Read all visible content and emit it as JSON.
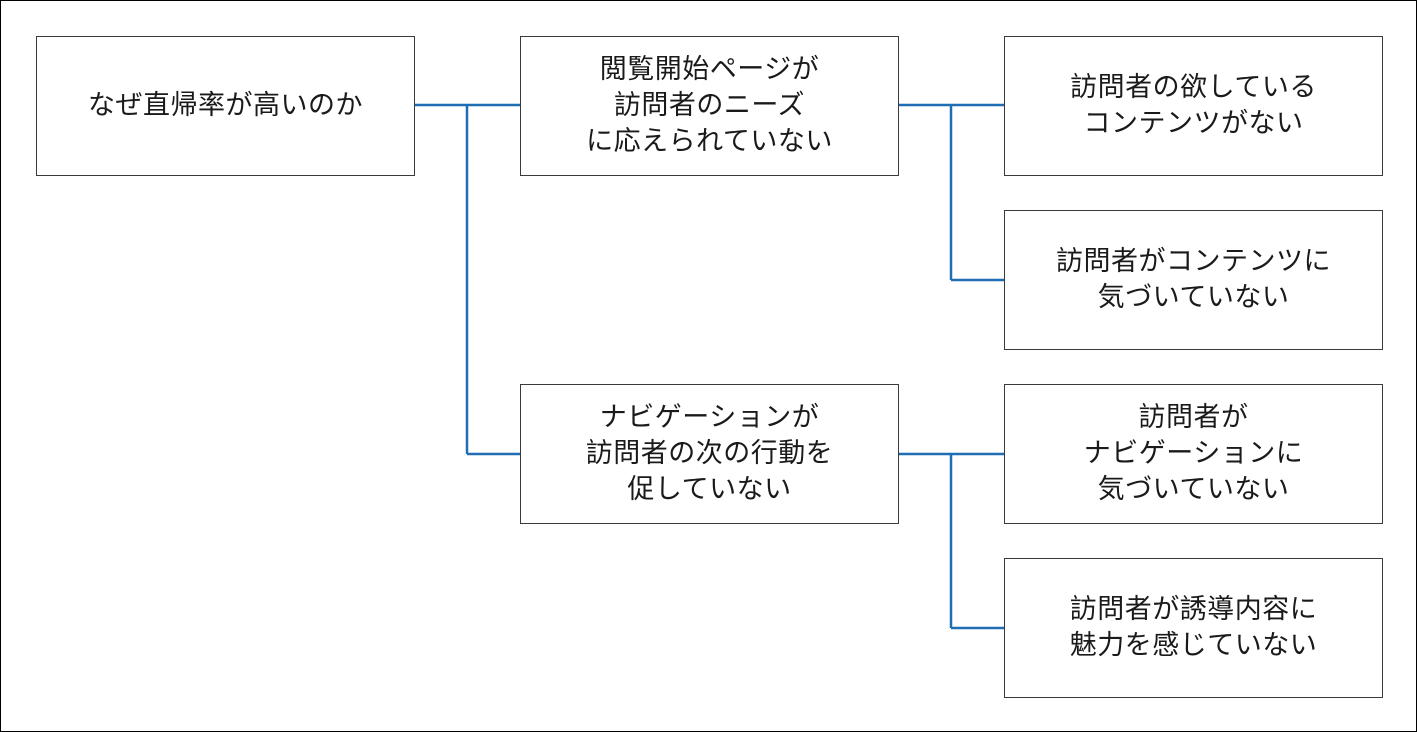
{
  "colors": {
    "connector": "#1f6db3",
    "border": "#3a3a3a",
    "text": "#1a1a1a",
    "background": "#ffffff"
  },
  "tree": {
    "root": {
      "text": "なぜ直帰率が高いのか"
    },
    "branch_a": {
      "text": "閲覧開始ページが\n訪問者のニーズ\nに応えられていない",
      "children": [
        {
          "text": "訪問者の欲している\nコンテンツがない"
        },
        {
          "text": "訪問者がコンテンツに\n気づいていない"
        }
      ]
    },
    "branch_b": {
      "text": "ナビゲーションが\n訪問者の次の行動を\n促していない",
      "children": [
        {
          "text": "訪問者が\nナビゲーションに\n気づいていない"
        },
        {
          "text": "訪問者が誘導内容に\n魅力を感じていない"
        }
      ]
    }
  }
}
